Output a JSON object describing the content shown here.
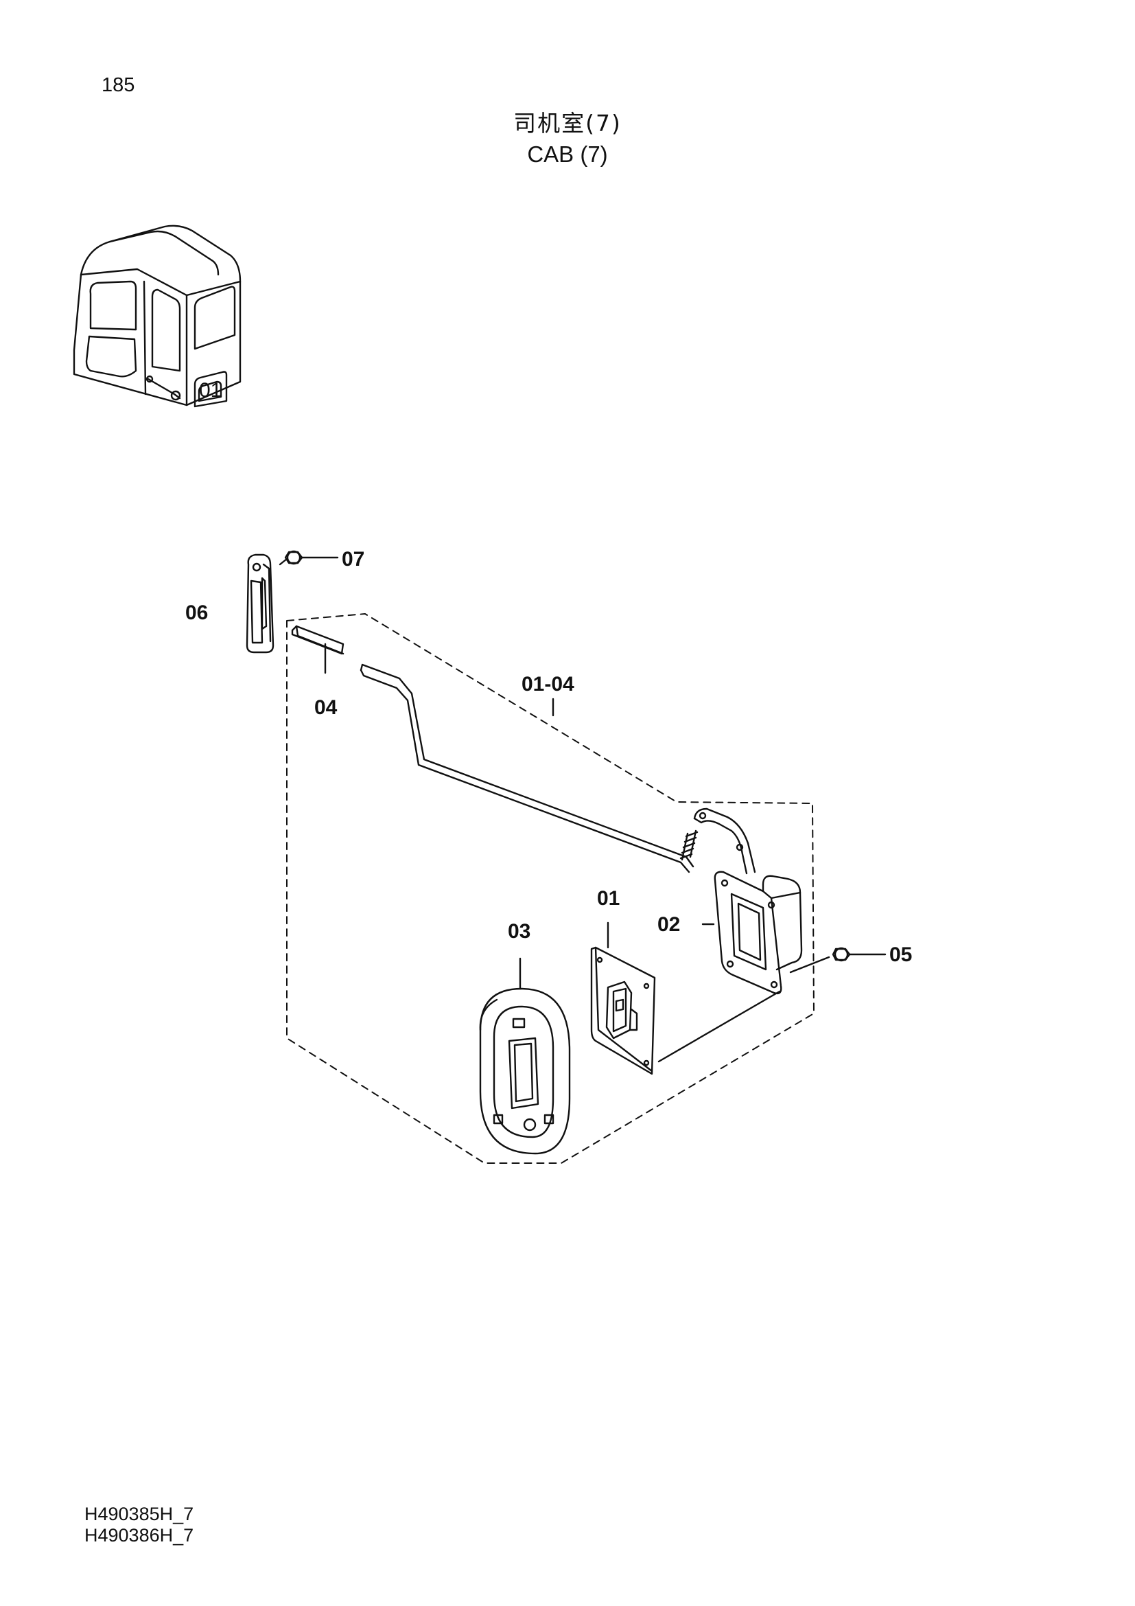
{
  "page": {
    "number": "185"
  },
  "title": {
    "chinese": "司机室(7)",
    "english": "CAB (7)"
  },
  "callouts": {
    "p01": "01",
    "p02": "02",
    "p03": "03",
    "p04": "04",
    "p05": "05",
    "p06": "06",
    "p07": "07",
    "group": "01-04"
  },
  "thumbnail": {
    "label": "01"
  },
  "drawing_codes": [
    "H490385H_7",
    "H490386H_7"
  ]
}
